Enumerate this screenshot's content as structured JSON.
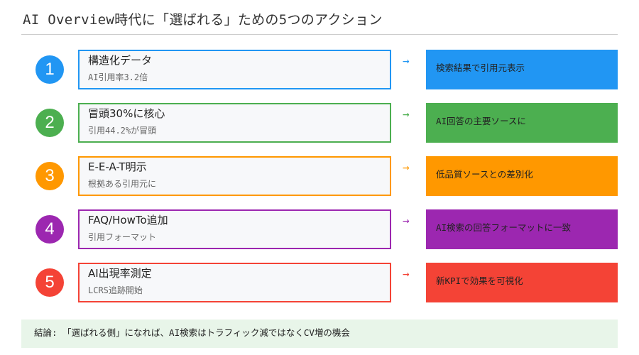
{
  "title": "AI Overview時代に「選ばれる」ための5つのアクション",
  "actions": [
    {
      "number": "1",
      "title": "構造化データ",
      "subtitle": "AI引用率3.2倍",
      "arrow": "→",
      "result": "検索結果で引用元表示",
      "color": "#2196f3"
    },
    {
      "number": "2",
      "title": "冒頭30%に核心",
      "subtitle": "引用44.2%が冒頭",
      "arrow": "→",
      "result": "AI回答の主要ソースに",
      "color": "#4caf50"
    },
    {
      "number": "3",
      "title": "E-E-A-T明示",
      "subtitle": "根拠ある引用元に",
      "arrow": "→",
      "result": "低品質ソースとの差別化",
      "color": "#ff9800"
    },
    {
      "number": "4",
      "title": "FAQ/HowTo追加",
      "subtitle": "引用フォーマット",
      "arrow": "→",
      "result": "AI検索の回答フォーマットに一致",
      "color": "#9c27b0"
    },
    {
      "number": "5",
      "title": "AI出現率測定",
      "subtitle": "LCRS追跡開始",
      "arrow": "→",
      "result": "新KPIで効果を可視化",
      "color": "#f44336"
    }
  ],
  "conclusion": "結論: 「選ばれる側」になれば、AI検索はトラフィック減ではなくCV増の機会",
  "colors": {
    "footer_bg": "#e8f5e9",
    "card_bg": "#f7f8fa",
    "divider": "#cccccc"
  }
}
